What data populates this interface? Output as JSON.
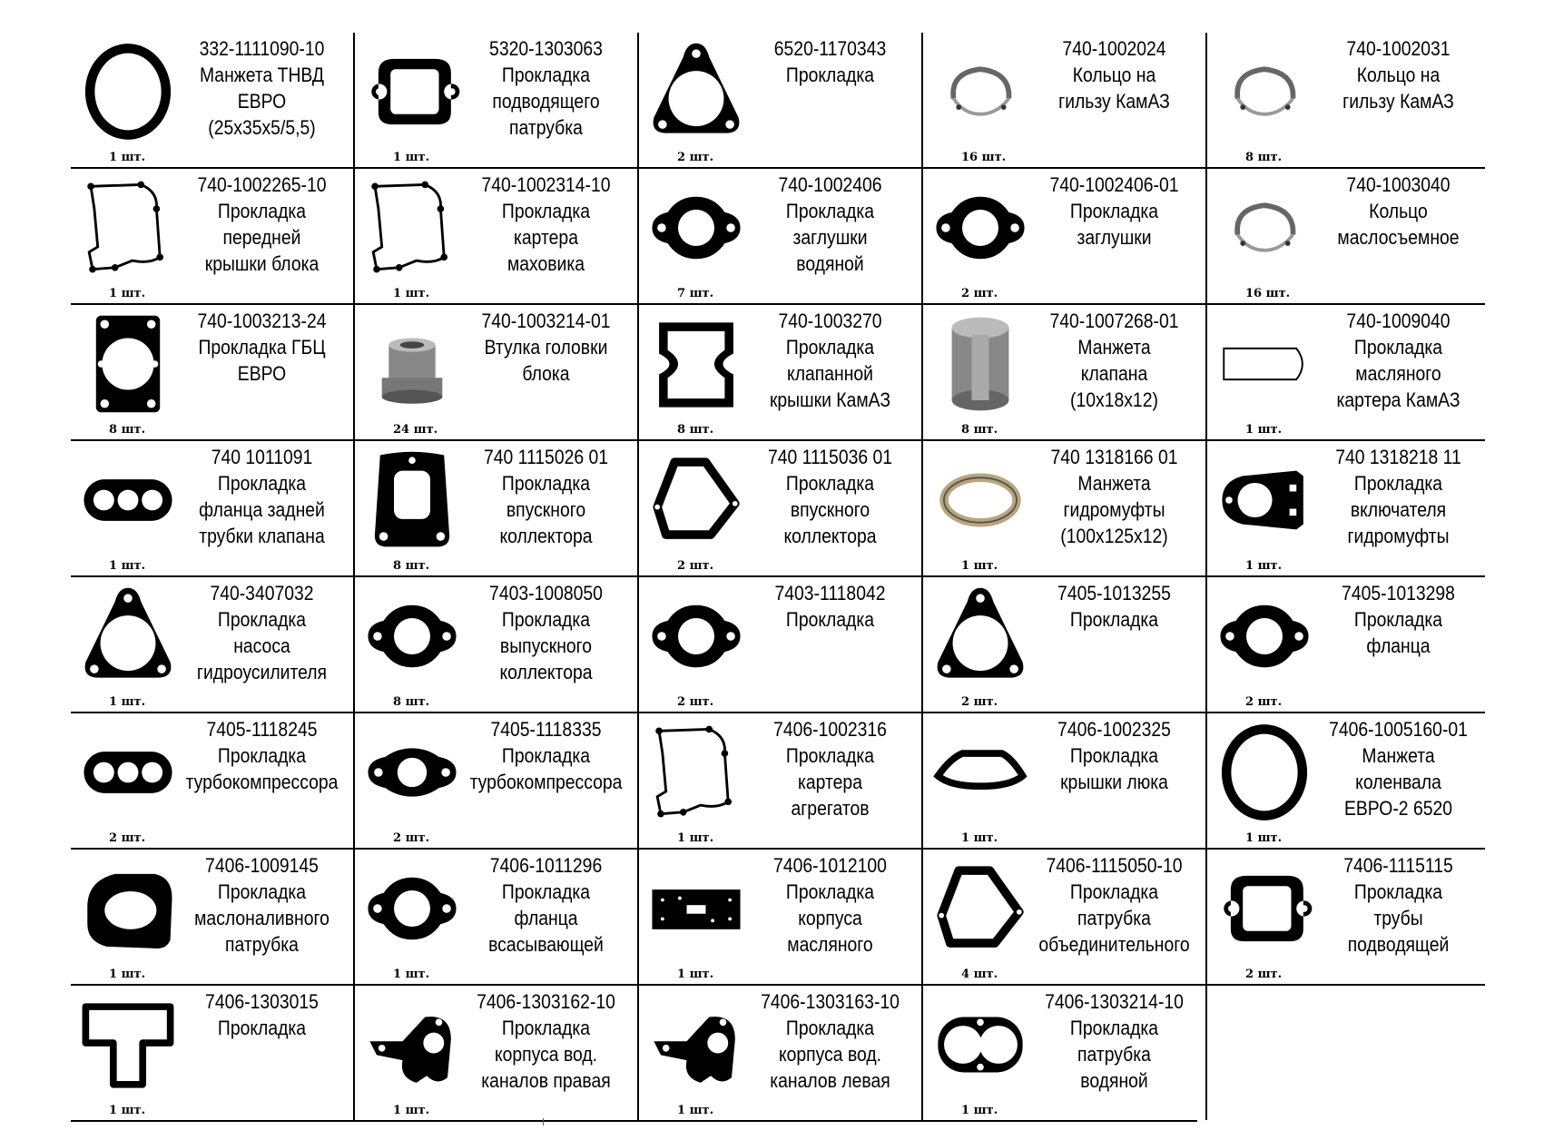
{
  "parts": [
    {
      "code": "332-1111090-10",
      "name": [
        "Манжета ТНВД",
        "ЕВРО",
        "(25x35x5/5,5)"
      ],
      "qty": "1 шт.",
      "icon": "ring-seal-icon"
    },
    {
      "code": "5320-1303063",
      "name": [
        "Прокладка",
        "подводящего",
        "патрубка"
      ],
      "qty": "1 шт.",
      "icon": "rect-gasket-icon"
    },
    {
      "code": "6520-1170343",
      "name": [
        "Прокладка"
      ],
      "qty": "2 шт.",
      "icon": "triangle-gasket-icon"
    },
    {
      "code": "740-1002024",
      "name": [
        "Кольцо на",
        "гильзу КамАЗ"
      ],
      "qty": "16 шт.",
      "icon": "split-ring-icon"
    },
    {
      "code": "740-1002031",
      "name": [
        "Кольцо на",
        "гильзу КамАЗ"
      ],
      "qty": "8 шт.",
      "icon": "split-ring-icon"
    },
    {
      "code": "740-1002265-10",
      "name": [
        "Прокладка",
        "передней",
        "крышки блока"
      ],
      "qty": "1 шт.",
      "icon": "outline-gasket-icon"
    },
    {
      "code": "740-1002314-10",
      "name": [
        "Прокладка",
        "картера",
        "маховика"
      ],
      "qty": "1 шт.",
      "icon": "outline-gasket-icon"
    },
    {
      "code": "740-1002406",
      "name": [
        "Прокладка",
        "заглушки",
        "водяной"
      ],
      "qty": "7 шт.",
      "icon": "flange-gasket-icon"
    },
    {
      "code": "740-1002406-01",
      "name": [
        "Прокладка",
        "заглушки"
      ],
      "qty": "2 шт.",
      "icon": "flange-gasket-icon"
    },
    {
      "code": "740-1003040",
      "name": [
        "Кольцо",
        "маслосъемное"
      ],
      "qty": "16 шт.",
      "icon": "split-ring-icon"
    },
    {
      "code": "740-1003213-24",
      "name": [
        "Прокладка ГБЦ",
        "ЕВРО"
      ],
      "qty": "8 шт.",
      "icon": "head-gasket-icon"
    },
    {
      "code": "740-1003214-01",
      "name": [
        "Втулка головки",
        "блока"
      ],
      "qty": "24 шт.",
      "icon": "bushing-icon"
    },
    {
      "code": "740-1003270",
      "name": [
        "Прокладка",
        "клапанной",
        "крышки КамАЗ"
      ],
      "qty": "8 шт.",
      "icon": "cover-gasket-icon"
    },
    {
      "code": "740-1007268-01",
      "name": [
        "Манжета",
        "клапана",
        "(10x18x12)"
      ],
      "qty": "8 шт.",
      "icon": "valve-seal-icon"
    },
    {
      "code": "740-1009040",
      "name": [
        "Прокладка",
        "масляного",
        "картера КамАЗ"
      ],
      "qty": "1 шт.",
      "icon": "sump-gasket-icon"
    },
    {
      "code": "740 1011091",
      "name": [
        "Прокладка",
        "фланца задней",
        "трубки клапана"
      ],
      "qty": "1 шт.",
      "icon": "three-hole-gasket-icon"
    },
    {
      "code": "740 1115026 01",
      "name": [
        "Прокладка",
        "впускного",
        "коллектора"
      ],
      "qty": "8 шт.",
      "icon": "intake-gasket-icon"
    },
    {
      "code": "740 1115036 01",
      "name": [
        "Прокладка",
        "впускного",
        "коллектора"
      ],
      "qty": "2 шт.",
      "icon": "polygon-gasket-icon"
    },
    {
      "code": "740 1318166 01",
      "name": [
        "Манжета",
        "гидромуфты",
        "(100x125x12)"
      ],
      "qty": "1 шт.",
      "icon": "band-ring-icon"
    },
    {
      "code": "740 1318218 11",
      "name": [
        "Прокладка",
        "включателя",
        "гидромуфты"
      ],
      "qty": "1 шт.",
      "icon": "switch-gasket-icon"
    },
    {
      "code": "740-3407032",
      "name": [
        "Прокладка",
        "насоса",
        "гидроусилителя"
      ],
      "qty": "1 шт.",
      "icon": "triangle-gasket-icon"
    },
    {
      "code": "7403-1008050",
      "name": [
        "Прокладка",
        "выпускного",
        "коллектора"
      ],
      "qty": "8 шт.",
      "icon": "flange-gasket-icon"
    },
    {
      "code": "7403-1118042",
      "name": [
        "Прокладка"
      ],
      "qty": "2 шт.",
      "icon": "flange-gasket-icon"
    },
    {
      "code": "7405-1013255",
      "name": [
        "Прокладка"
      ],
      "qty": "2 шт.",
      "icon": "triangle-gasket-icon"
    },
    {
      "code": "7405-1013298",
      "name": [
        "Прокладка",
        "фланца"
      ],
      "qty": "2 шт.",
      "icon": "flange-gasket-icon"
    },
    {
      "code": "7405-1118245",
      "name": [
        "Прокладка",
        "турбокомпрессора"
      ],
      "qty": "2 шт.",
      "icon": "three-hole-gasket-icon"
    },
    {
      "code": "7405-1118335",
      "name": [
        "Прокладка",
        "турбокомпрессора"
      ],
      "qty": "2 шт.",
      "icon": "oval-flange-gasket-icon"
    },
    {
      "code": "7406-1002316",
      "name": [
        "Прокладка",
        "картера",
        "агрегатов"
      ],
      "qty": "1 шт.",
      "icon": "outline-gasket-icon"
    },
    {
      "code": "7406-1002325",
      "name": [
        "Прокладка",
        "крышки люка"
      ],
      "qty": "1 шт.",
      "icon": "hatch-gasket-icon"
    },
    {
      "code": "7406-1005160-01",
      "name": [
        "Манжета",
        "коленвала",
        "ЕВРО-2 6520"
      ],
      "qty": "1 шт.",
      "icon": "ring-seal-icon"
    },
    {
      "code": "7406-1009145",
      "name": [
        "Прокладка",
        "маслоналивного",
        "патрубка"
      ],
      "qty": "1 шт.",
      "icon": "filler-gasket-icon"
    },
    {
      "code": "7406-1011296",
      "name": [
        "Прокладка",
        "фланца",
        "всасывающей"
      ],
      "qty": "1 шт.",
      "icon": "flange-gasket-icon"
    },
    {
      "code": "7406-1012100",
      "name": [
        "Прокладка",
        "корпуса",
        "масляного"
      ],
      "qty": "1 шт.",
      "icon": "plate-gasket-icon"
    },
    {
      "code": "7406-1115050-10",
      "name": [
        "Прокладка",
        "патрубка",
        "объединительного"
      ],
      "qty": "4 шт.",
      "icon": "polygon-gasket-icon"
    },
    {
      "code": "7406-1115115",
      "name": [
        "Прокладка",
        "трубы",
        "подводящей"
      ],
      "qty": "2 шт.",
      "icon": "rect-gasket-icon"
    },
    {
      "code": "7406-1303015",
      "name": [
        "Прокладка"
      ],
      "qty": "1 шт.",
      "icon": "t-gasket-icon"
    },
    {
      "code": "7406-1303162-10",
      "name": [
        "Прокладка",
        "корпуса вод.",
        "каналов правая"
      ],
      "qty": "1 шт.",
      "icon": "channel-gasket-icon"
    },
    {
      "code": "7406-1303163-10",
      "name": [
        "Прокладка",
        "корпуса вод.",
        "каналов левая"
      ],
      "qty": "1 шт.",
      "icon": "channel-gasket-icon"
    },
    {
      "code": "7406-1303214-10",
      "name": [
        "Прокладка",
        "патрубка",
        "водяной"
      ],
      "qty": "1 шт.",
      "icon": "double-ring-gasket-icon"
    }
  ]
}
